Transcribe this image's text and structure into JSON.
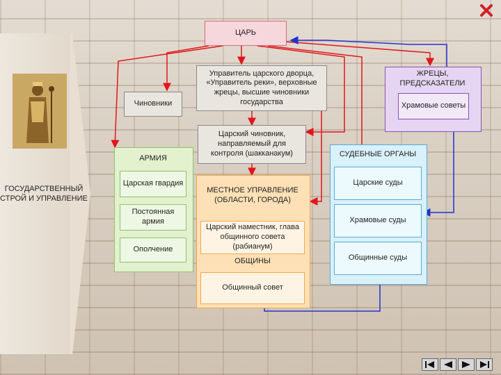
{
  "tsar": "ЦАРЬ",
  "officials": "Чиновники",
  "palace_manager": "Управитель царского дворца, «Управитель реки», верховные жрецы, высшие чиновники государства",
  "priests": "ЖРЕЦЫ, ПРЕДСКАЗАТЕЛИ",
  "temple_councils": "Храмовые советы",
  "army": {
    "title": "АРМИЯ",
    "guard": "Царская гвардия",
    "standing": "Постоянная армия",
    "militia": "Ополчение"
  },
  "shakkanakum": "Царский чиновник, направляемый для контроля (шакканакум)",
  "local_gov": "МЕСТНОЕ УПРАВЛЕНИЕ (ОБЛАСТИ, ГОРОДА)",
  "governor": "Царский наместник, глава общинного совета (рабианум)",
  "communities": "ОБЩИНЫ",
  "community_council": "Общинный совет",
  "courts": {
    "title": "СУДЕБНЫЕ ОРГАНЫ",
    "royal": "Царские суды",
    "temple": "Храмовые суды",
    "community": "Общинные суды"
  },
  "side_title": "ГОСУДАРСТВЕННЫЙ СТРОЙ И УПРАВЛЕНИЕ",
  "colors": {
    "red_line": "#e0161b",
    "blue_line": "#2233cc",
    "tsar_fill": "#f6d7dc",
    "grey_fill": "#e9e6e0",
    "priest_fill": "#e6d5f2",
    "priest_border": "#8a4fb5",
    "army_fill": "#e3f1cf",
    "army_border": "#8fc26a",
    "local_fill": "#fde0b5",
    "local_border": "#f2a94c",
    "court_fill": "#d8f1fa",
    "court_border": "#5aa9d6"
  },
  "icons": [
    "close-icon",
    "first-icon",
    "prev-icon",
    "next-icon",
    "last-icon"
  ]
}
